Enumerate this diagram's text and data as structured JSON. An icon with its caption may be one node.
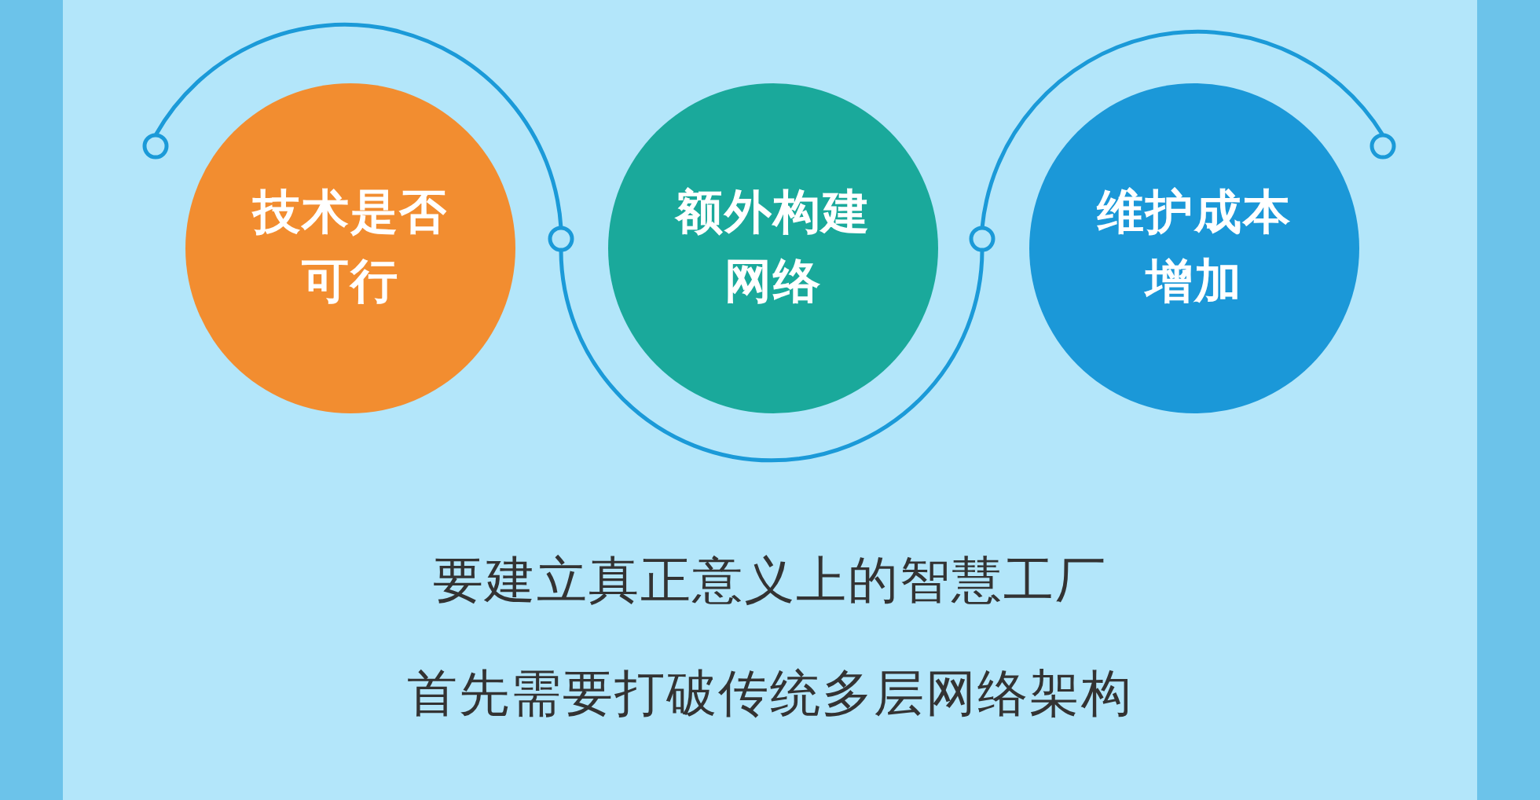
{
  "diagram": {
    "nodes": [
      {
        "text": [
          "技术是否可行"
        ]
      },
      {
        "text": [
          "额外构建网络"
        ]
      },
      {
        "text": [
          "维护成本增加"
        ]
      }
    ],
    "labels": [
      "要建立真正意义上的智慧工厂",
      "首先需要打破传统多层网络架构"
    ]
  }
}
